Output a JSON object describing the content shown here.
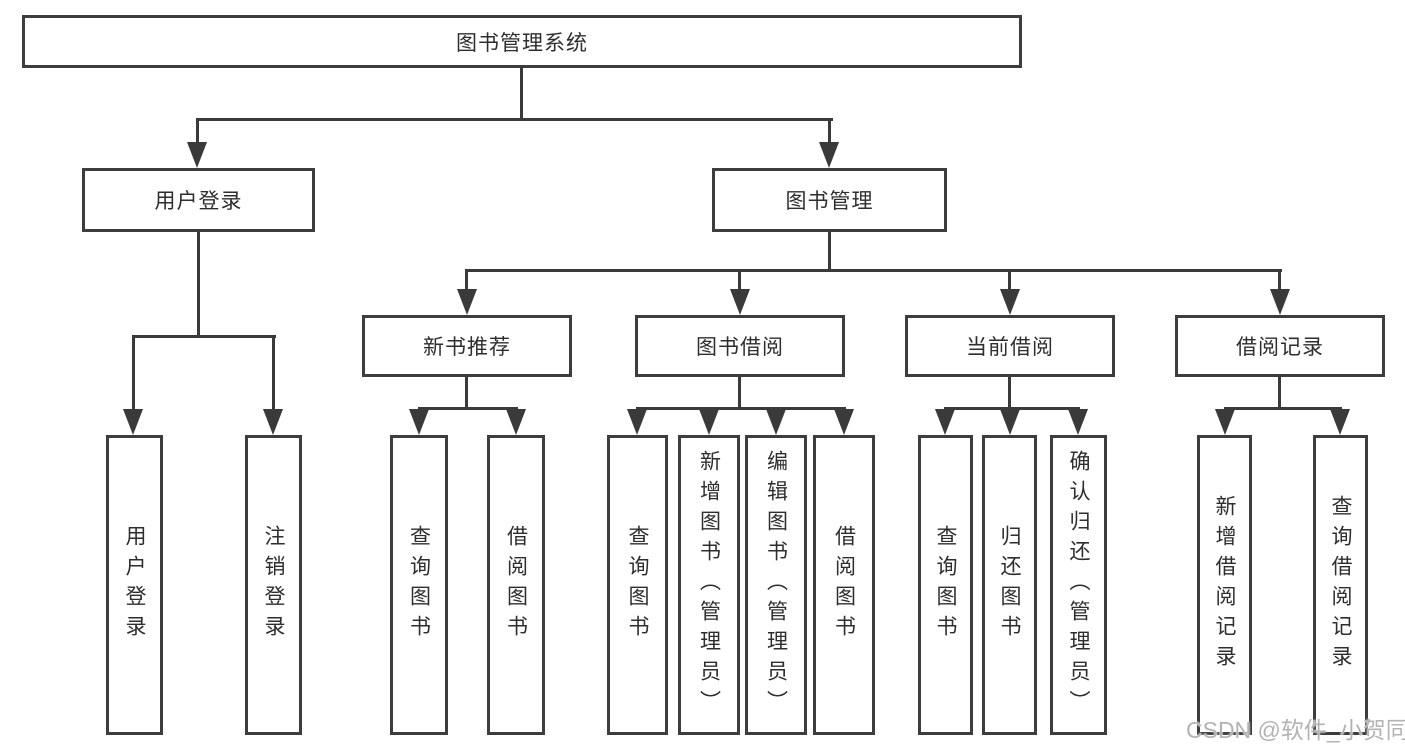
{
  "tree": {
    "root": {
      "label": "图书管理系统"
    },
    "branches": [
      {
        "label": "用户登录",
        "leaves": [
          {
            "label": "用户登录"
          },
          {
            "label": "注销登录"
          }
        ]
      },
      {
        "label": "图书管理",
        "groups": [
          {
            "label": "新书推荐",
            "leaves": [
              {
                "label": "查询图书"
              },
              {
                "label": "借阅图书"
              }
            ]
          },
          {
            "label": "图书借阅",
            "leaves": [
              {
                "label": "查询图书"
              },
              {
                "label": "新增图书（管理员）"
              },
              {
                "label": "编辑图书（管理员）"
              },
              {
                "label": "借阅图书"
              }
            ]
          },
          {
            "label": "当前借阅",
            "leaves": [
              {
                "label": "查询图书"
              },
              {
                "label": "归还图书"
              },
              {
                "label": "确认归还（管理员）"
              }
            ]
          },
          {
            "label": "借阅记录",
            "leaves": [
              {
                "label": "新增借阅记录"
              },
              {
                "label": "查询借阅记录"
              }
            ]
          }
        ]
      }
    ]
  },
  "watermark": {
    "text": "CSDN @软件_小贺同学"
  },
  "colors": {
    "background": "#ffffff",
    "box_border": "#3d3d3d",
    "connector": "#3a3a3a",
    "text": "#2e2e2e",
    "watermark": "#b3b3b3"
  }
}
